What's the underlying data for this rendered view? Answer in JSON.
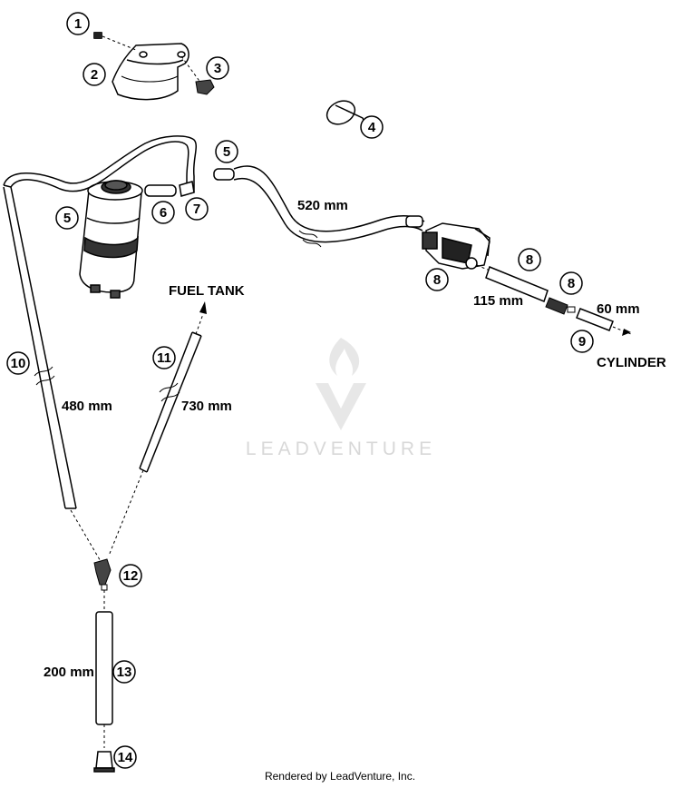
{
  "callouts": [
    "1",
    "2",
    "3",
    "4",
    "5",
    "5",
    "6",
    "7",
    "8",
    "8",
    "8",
    "9",
    "10",
    "11",
    "12",
    "13",
    "14"
  ],
  "dimensions": {
    "d520": "520 mm",
    "d480": "480 mm",
    "d730": "730 mm",
    "d115": "115 mm",
    "d60": "60 mm",
    "d200": "200 mm"
  },
  "labels": {
    "fuel_tank": "FUEL TANK",
    "cylinder": "CYLINDER"
  },
  "watermark": "LEADVENTURE",
  "footer": "Rendered by LeadVenture, Inc."
}
